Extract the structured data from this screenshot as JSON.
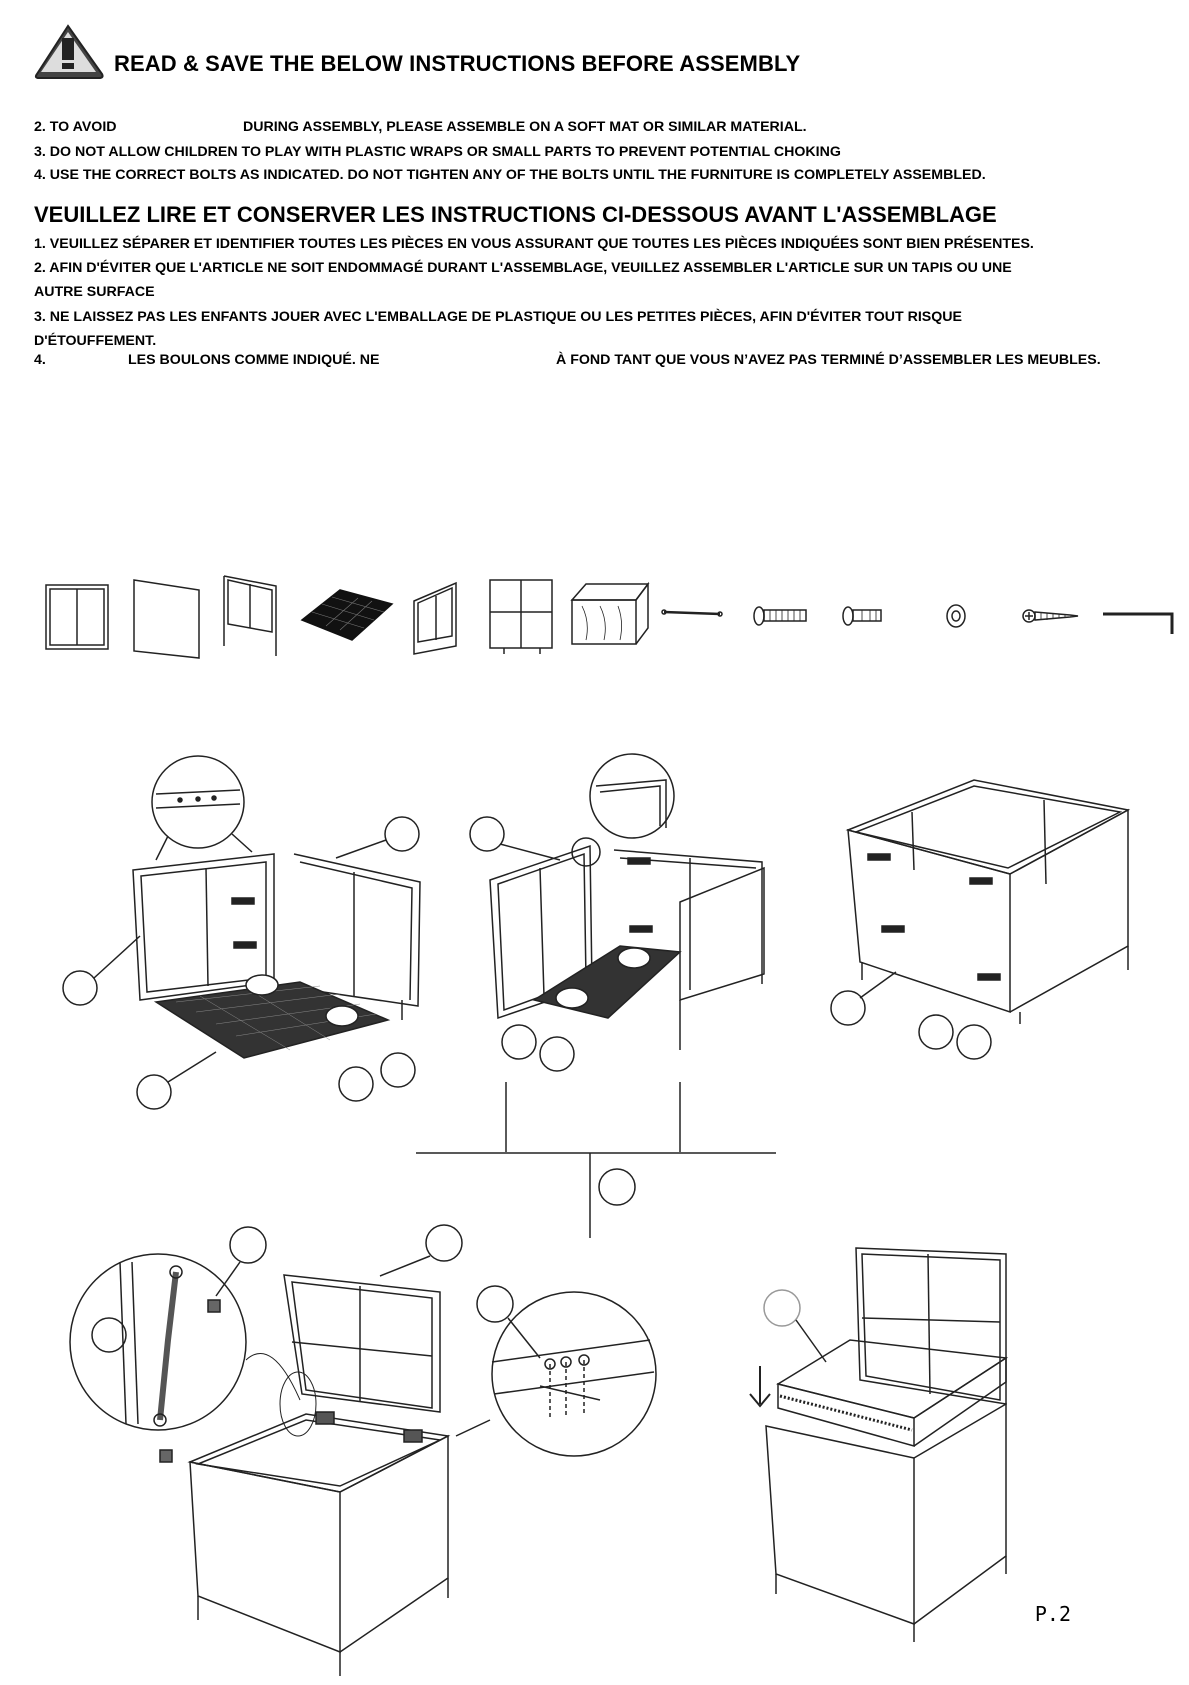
{
  "english": {
    "heading": "READ & SAVE THE BELOW INSTRUCTIONS BEFORE ASSEMBLY",
    "item2_start": "2. TO AVOID",
    "item2_end": "DURING ASSEMBLY, PLEASE ASSEMBLE ON A SOFT MAT OR SIMILAR MATERIAL.",
    "item3": "3. DO NOT ALLOW CHILDREN TO PLAY WITH PLASTIC WRAPS OR SMALL PARTS TO PREVENT POTENTIAL CHOKING",
    "item4": "4. USE THE CORRECT BOLTS AS INDICATED. DO NOT TIGHTEN ANY OF THE BOLTS UNTIL THE FURNITURE IS COMPLETELY ASSEMBLED."
  },
  "french": {
    "heading": "VEUILLEZ LIRE ET CONSERVER LES INSTRUCTIONS CI-DESSOUS AVANT L'ASSEMBLAGE",
    "item1": "1. VEUILLEZ SÉPARER ET IDENTIFIER TOUTES LES PIÈCES EN VOUS ASSURANT QUE TOUTES LES PIÈCES INDIQUÉES SONT BIEN PRÉSENTES.",
    "item2_line1": "2. AFIN D'ÉVITER QUE L'ARTICLE NE SOIT ENDOMMAGÉ DURANT L'ASSEMBLAGE, VEUILLEZ ASSEMBLER L'ARTICLE SUR UN TAPIS OU UNE",
    "item2_line2": "AUTRE SURFACE",
    "item3_line1": "3. NE LAISSEZ PAS LES ENFANTS JOUER AVEC L'EMBALLAGE DE PLASTIQUE OU LES PETITES PIÈCES, AFIN D'ÉVITER TOUT RISQUE",
    "item3_line2": "D'ÉTOUFFEMENT.",
    "item4_num": "4.",
    "item4_mid": "LES BOULONS COMME INDIQUÉ. NE",
    "item4_end": "À FOND TANT QUE VOUS N’AVEZ PAS TERMINÉ D’ASSEMBLER LES MEUBLES."
  },
  "page_number": "P.2",
  "icons": [
    "warning-triangle-icon"
  ]
}
